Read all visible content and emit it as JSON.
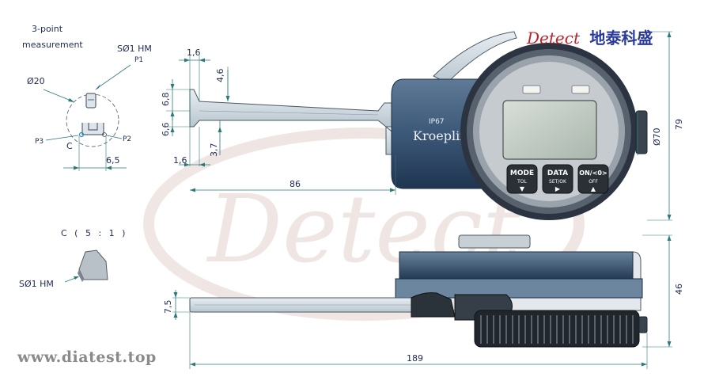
{
  "brand": {
    "english": "Detect",
    "chinese": "地泰科盛"
  },
  "website": "www.diatest.top",
  "watermark": "Detect",
  "note_left": {
    "line1": "3-point",
    "line2": "measurement"
  },
  "contact_top": "SØ1 HM",
  "contact_bottom": "SØ1 HM",
  "points": {
    "p1": "P1",
    "p2": "P2",
    "p3": "P3",
    "c": "C"
  },
  "detail_label": "C ( 5 : 1 )",
  "device": {
    "maker": "Kroeplin",
    "ip": "IP67",
    "buttons": [
      {
        "top": "MODE",
        "bottom": "TOL",
        "symbol": "▼"
      },
      {
        "top": "DATA",
        "bottom": "SET/OK",
        "symbol": "▶"
      },
      {
        "top": "ON/<0>",
        "bottom": "OFF",
        "symbol": "▲"
      }
    ]
  },
  "dims": {
    "phi20": "Ø20",
    "phi70": "Ø70",
    "d6_5": "6,5",
    "d1_6_top": "1,6",
    "d4_6": "4,6",
    "d6_8": "6,8",
    "d6_6": "6,6",
    "d3_7": "3,7",
    "d1_6_bot": "1,6",
    "d86": "86",
    "d79": "79",
    "d46": "46",
    "d7_5": "7,5",
    "d189": "189"
  }
}
